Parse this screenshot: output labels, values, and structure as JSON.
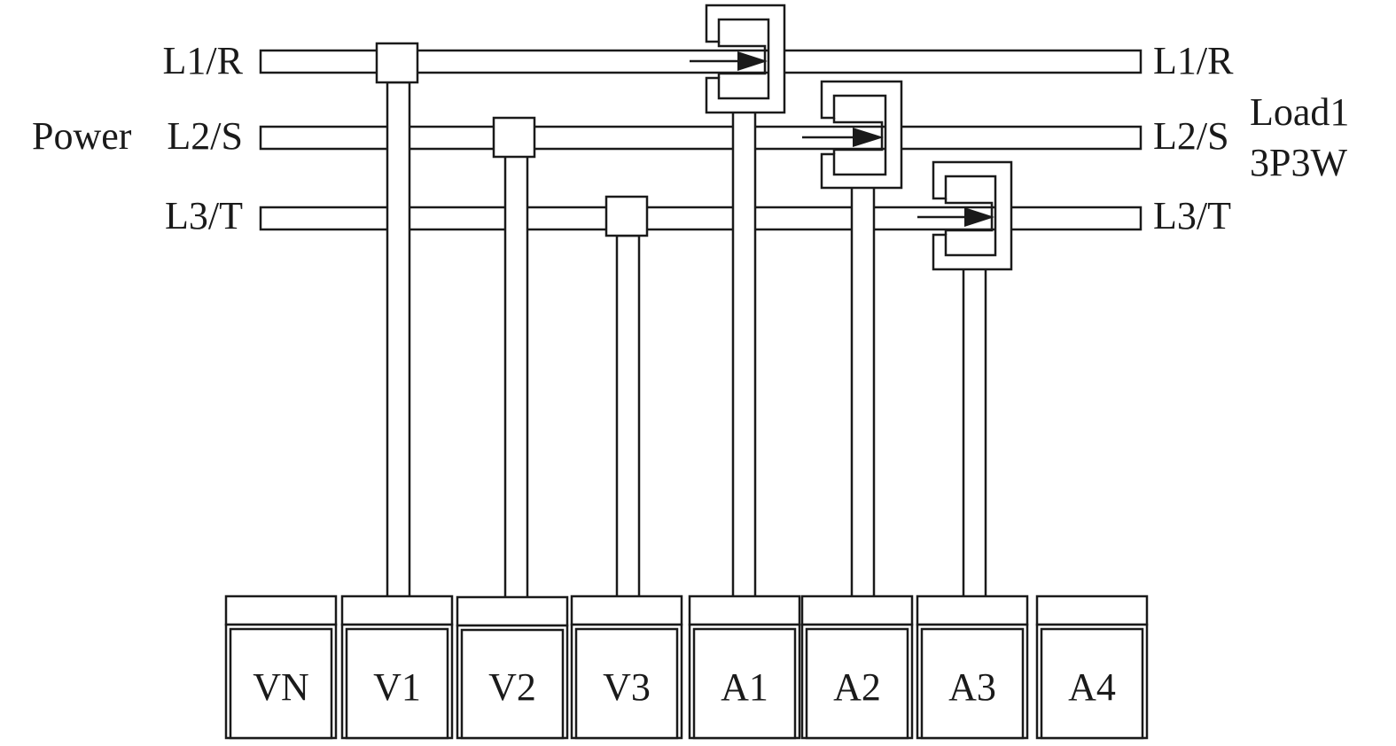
{
  "power_label": "Power",
  "load_label": {
    "line1": "Load1",
    "line2": "3P3W"
  },
  "lines": [
    {
      "left_label": "L1/R",
      "right_label": "L1/R"
    },
    {
      "left_label": "L2/S",
      "right_label": "L2/S"
    },
    {
      "left_label": "L3/T",
      "right_label": "L3/T"
    }
  ],
  "terminals": [
    {
      "label": "VN"
    },
    {
      "label": "V1"
    },
    {
      "label": "V2"
    },
    {
      "label": "V3"
    },
    {
      "label": "A1"
    },
    {
      "label": "A2"
    },
    {
      "label": "A3"
    },
    {
      "label": "A4"
    }
  ],
  "voltage_taps": [
    {
      "terminal": "V1",
      "line": "L1/R"
    },
    {
      "terminal": "V2",
      "line": "L2/S"
    },
    {
      "terminal": "V3",
      "line": "L3/T"
    }
  ],
  "current_clamps": [
    {
      "terminal": "A1",
      "line": "L1/R"
    },
    {
      "terminal": "A2",
      "line": "L2/S"
    },
    {
      "terminal": "A3",
      "line": "L3/T"
    }
  ]
}
